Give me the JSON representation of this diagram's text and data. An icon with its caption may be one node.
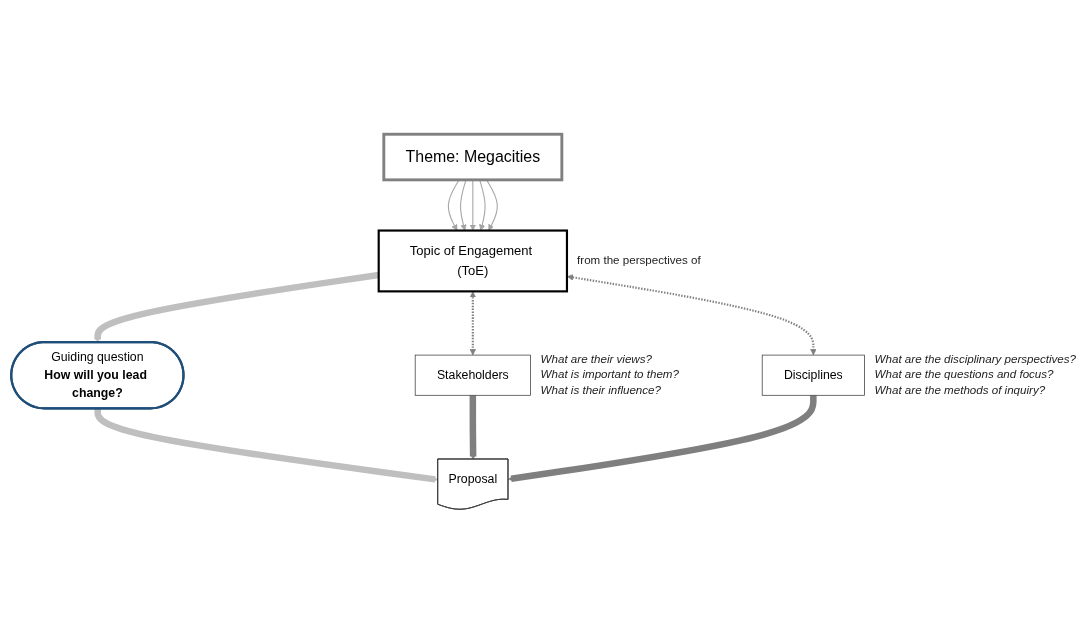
{
  "diagram": {
    "nodes": [
      {
        "text": [
          "Theme: Megacities"
        ]
      },
      {
        "text": [
          "Topic of Engagement (ToE)"
        ],
        "beside": [
          "from the perspectives of"
        ]
      },
      {
        "text": [
          "Stakeholders"
        ],
        "beside": [
          "What are their views?",
          "What is important to them?",
          "What is their influence?"
        ]
      },
      {
        "text": [
          "Disciplines"
        ],
        "beside": [
          "What are the disciplinary perspectives?",
          "What are the questions and focus?",
          "What are the methods of inquiry?"
        ]
      },
      {
        "text": [
          "Guiding question",
          "How will you lead change?"
        ]
      },
      {
        "text": [
          "Proposal"
        ]
      }
    ],
    "edges": [
      {
        "from": 0,
        "to": 1,
        "arrow": "to",
        "color": "#a6a6a6"
      },
      {
        "from": 0,
        "to": 1,
        "arrow": "to",
        "color": "#a6a6a6"
      },
      {
        "from": 0,
        "to": 1,
        "arrow": "to",
        "color": "#a6a6a6"
      },
      {
        "from": 0,
        "to": 1,
        "arrow": "to",
        "color": "#a6a6a6"
      },
      {
        "from": 0,
        "to": 1,
        "arrow": "to",
        "color": "#a6a6a6"
      },
      {
        "from": 1,
        "to": 2,
        "arrow": "both",
        "style": "dashed",
        "color": "#808080"
      },
      {
        "from": 1,
        "to": 3,
        "arrow": "both",
        "style": "dashed",
        "color": "#808080"
      },
      {
        "from": 1,
        "to": 4,
        "arrow": "to",
        "style": "thick",
        "color": "#bfbfbf"
      },
      {
        "from": 4,
        "to": 5,
        "arrow": "to",
        "style": "thick",
        "color": "#bfbfbf"
      },
      {
        "from": 2,
        "to": 5,
        "arrow": "to",
        "style": "thick",
        "color": "#7f7f7f"
      },
      {
        "from": 3,
        "to": 5,
        "arrow": "to",
        "style": "thick",
        "color": "#7f7f7f"
      }
    ]
  }
}
